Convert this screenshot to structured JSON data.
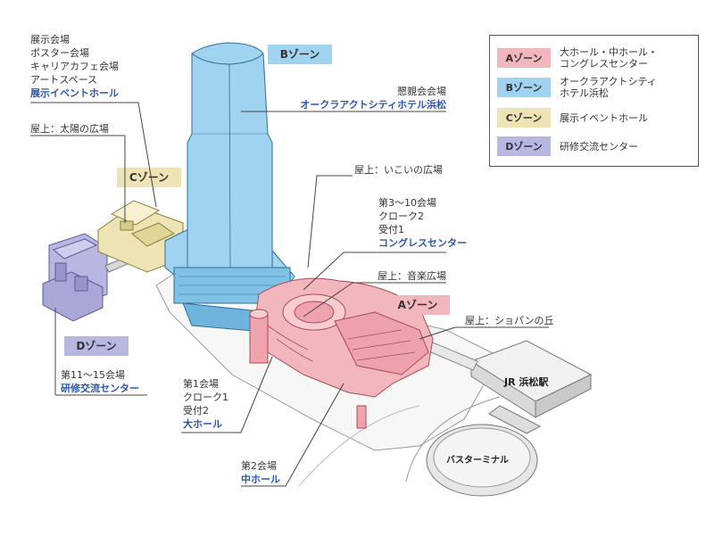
{
  "colors": {
    "zone_a": "#f2b6bd",
    "zone_b": "#9fd3ef",
    "zone_c": "#ede3b4",
    "zone_d": "#b8b7e1",
    "label_blue": "#2a57b4"
  },
  "zones": {
    "a": "Aゾーン",
    "b": "Bゾーン",
    "c": "Cゾーン",
    "d": "Dゾーン"
  },
  "legend": [
    {
      "zone": "Aゾーン",
      "lines": [
        "大ホール・中ホール・",
        "コングレスセンター"
      ]
    },
    {
      "zone": "Bゾーン",
      "lines": [
        "オークラアクトシティ",
        "ホテル浜松"
      ]
    },
    {
      "zone": "Cゾーン",
      "lines": [
        "展示イベントホール"
      ]
    },
    {
      "zone": "Dゾーン",
      "lines": [
        "研修交流センター"
      ]
    }
  ],
  "labels": {
    "exhibition": {
      "lines": [
        "展示会場",
        "ポスター会場",
        "キャリアカフェ会場",
        "アートスペース"
      ],
      "name": "展示イベントホール"
    },
    "roof_sun": "屋上：太陽の広場",
    "hotel": {
      "lines": [
        "懇親会会場"
      ],
      "name": "オークラアクトシティホテル浜松"
    },
    "roof_ikoi": "屋上：いこいの広場",
    "congress": {
      "lines": [
        "第3〜10会場",
        "クローク2",
        "受付1"
      ],
      "name": "コングレスセンター"
    },
    "roof_music": "屋上：音楽広場",
    "roof_chopin": "屋上：ショパンの丘",
    "training": {
      "lines": [
        "第11〜15会場"
      ],
      "name": "研修交流センター"
    },
    "main_hall": {
      "lines": [
        "第1会場",
        "クローク1",
        "受付2"
      ],
      "name": "大ホール"
    },
    "middle_hall": {
      "lines": [
        "第2会場"
      ],
      "name": "中ホール"
    }
  },
  "places": {
    "station": "JR 浜松駅",
    "bus_terminal": "バスターミナル"
  }
}
